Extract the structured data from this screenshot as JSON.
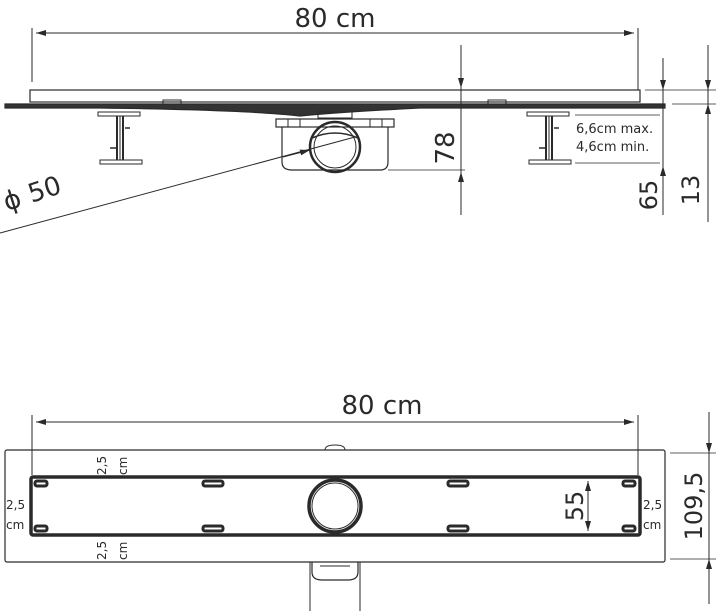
{
  "side_view": {
    "length_label": "80 cm",
    "diameter_symbol": "ϕ",
    "diameter_value": "50",
    "height_total": "78",
    "height_65": "65",
    "height_13": "13",
    "foot_max": "6,6cm max.",
    "foot_min": "4,6cm min."
  },
  "top_view": {
    "length_label": "80 cm",
    "margin_value": "2,5",
    "margin_unit": "cm",
    "inner_width": "55",
    "outer_width": "109,5"
  },
  "colors": {
    "line": "#2a2a2a",
    "background": "#ffffff"
  }
}
